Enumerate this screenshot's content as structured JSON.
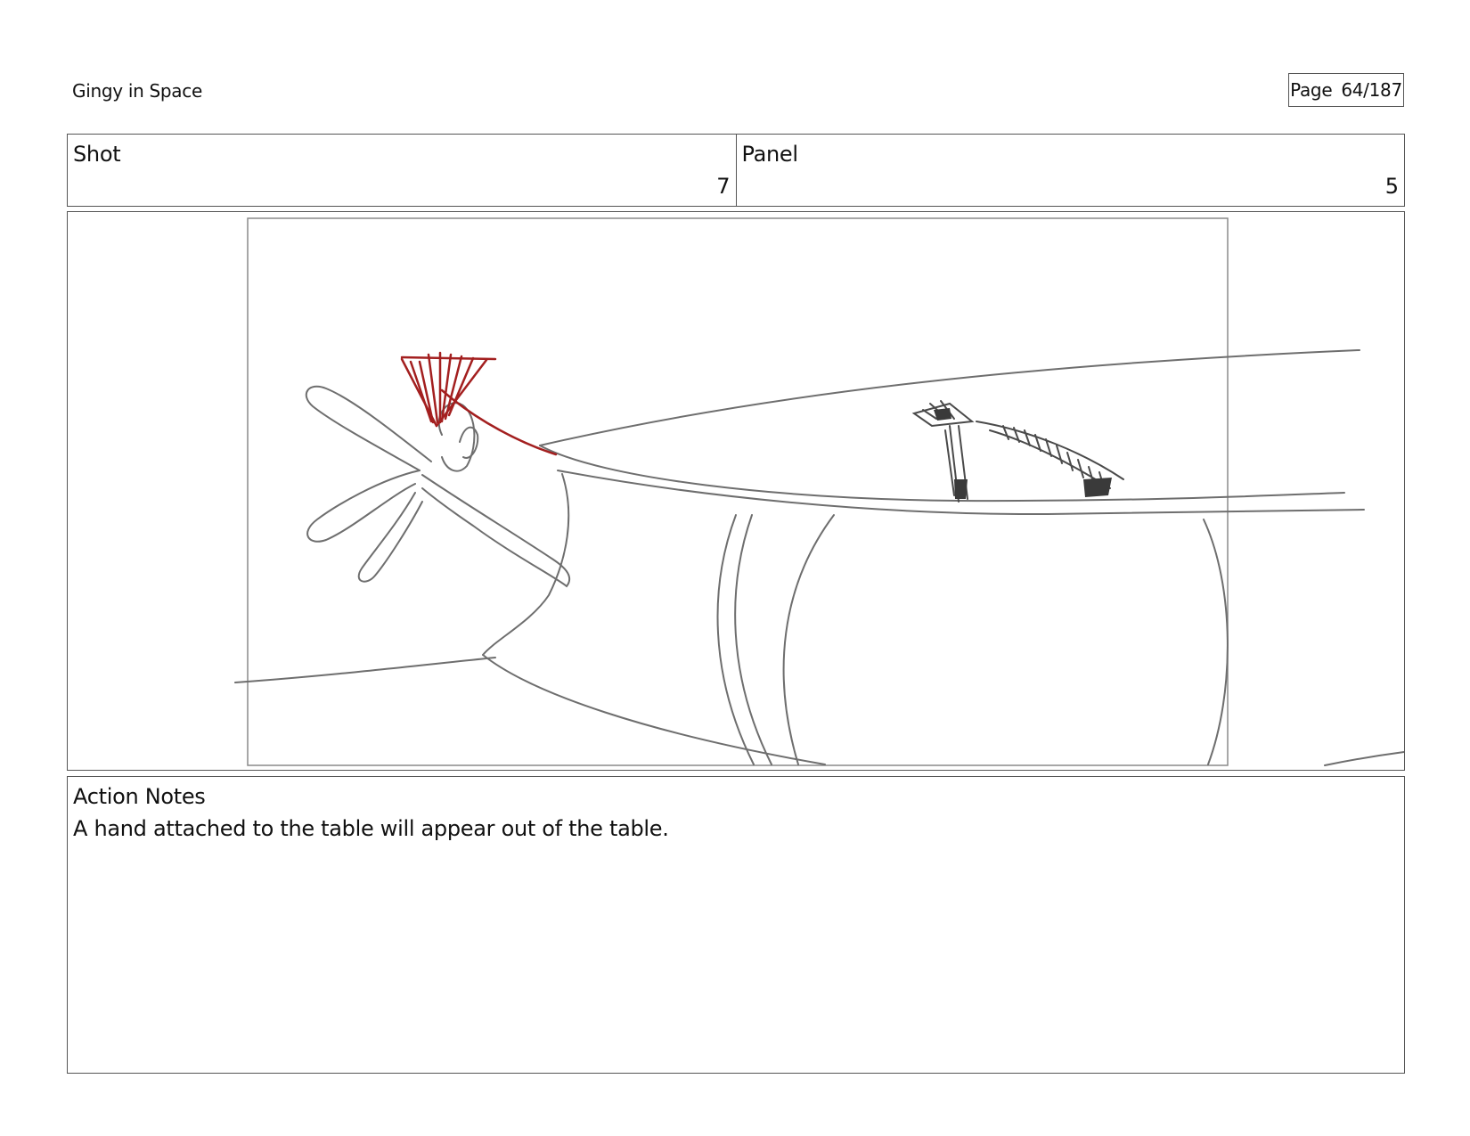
{
  "document": {
    "title": "Gingy in Space",
    "page_label": "Page",
    "page_number": "64/187"
  },
  "shot": {
    "label": "Shot",
    "value": "7"
  },
  "panel": {
    "label": "Panel",
    "value": "5"
  },
  "sketch": {
    "icon": "storyboard-sketch",
    "accent_color": "#a31f1f",
    "line_color": "#555555"
  },
  "notes": {
    "label": "Action Notes",
    "text": "A hand attached to the table will appear out of the table."
  }
}
